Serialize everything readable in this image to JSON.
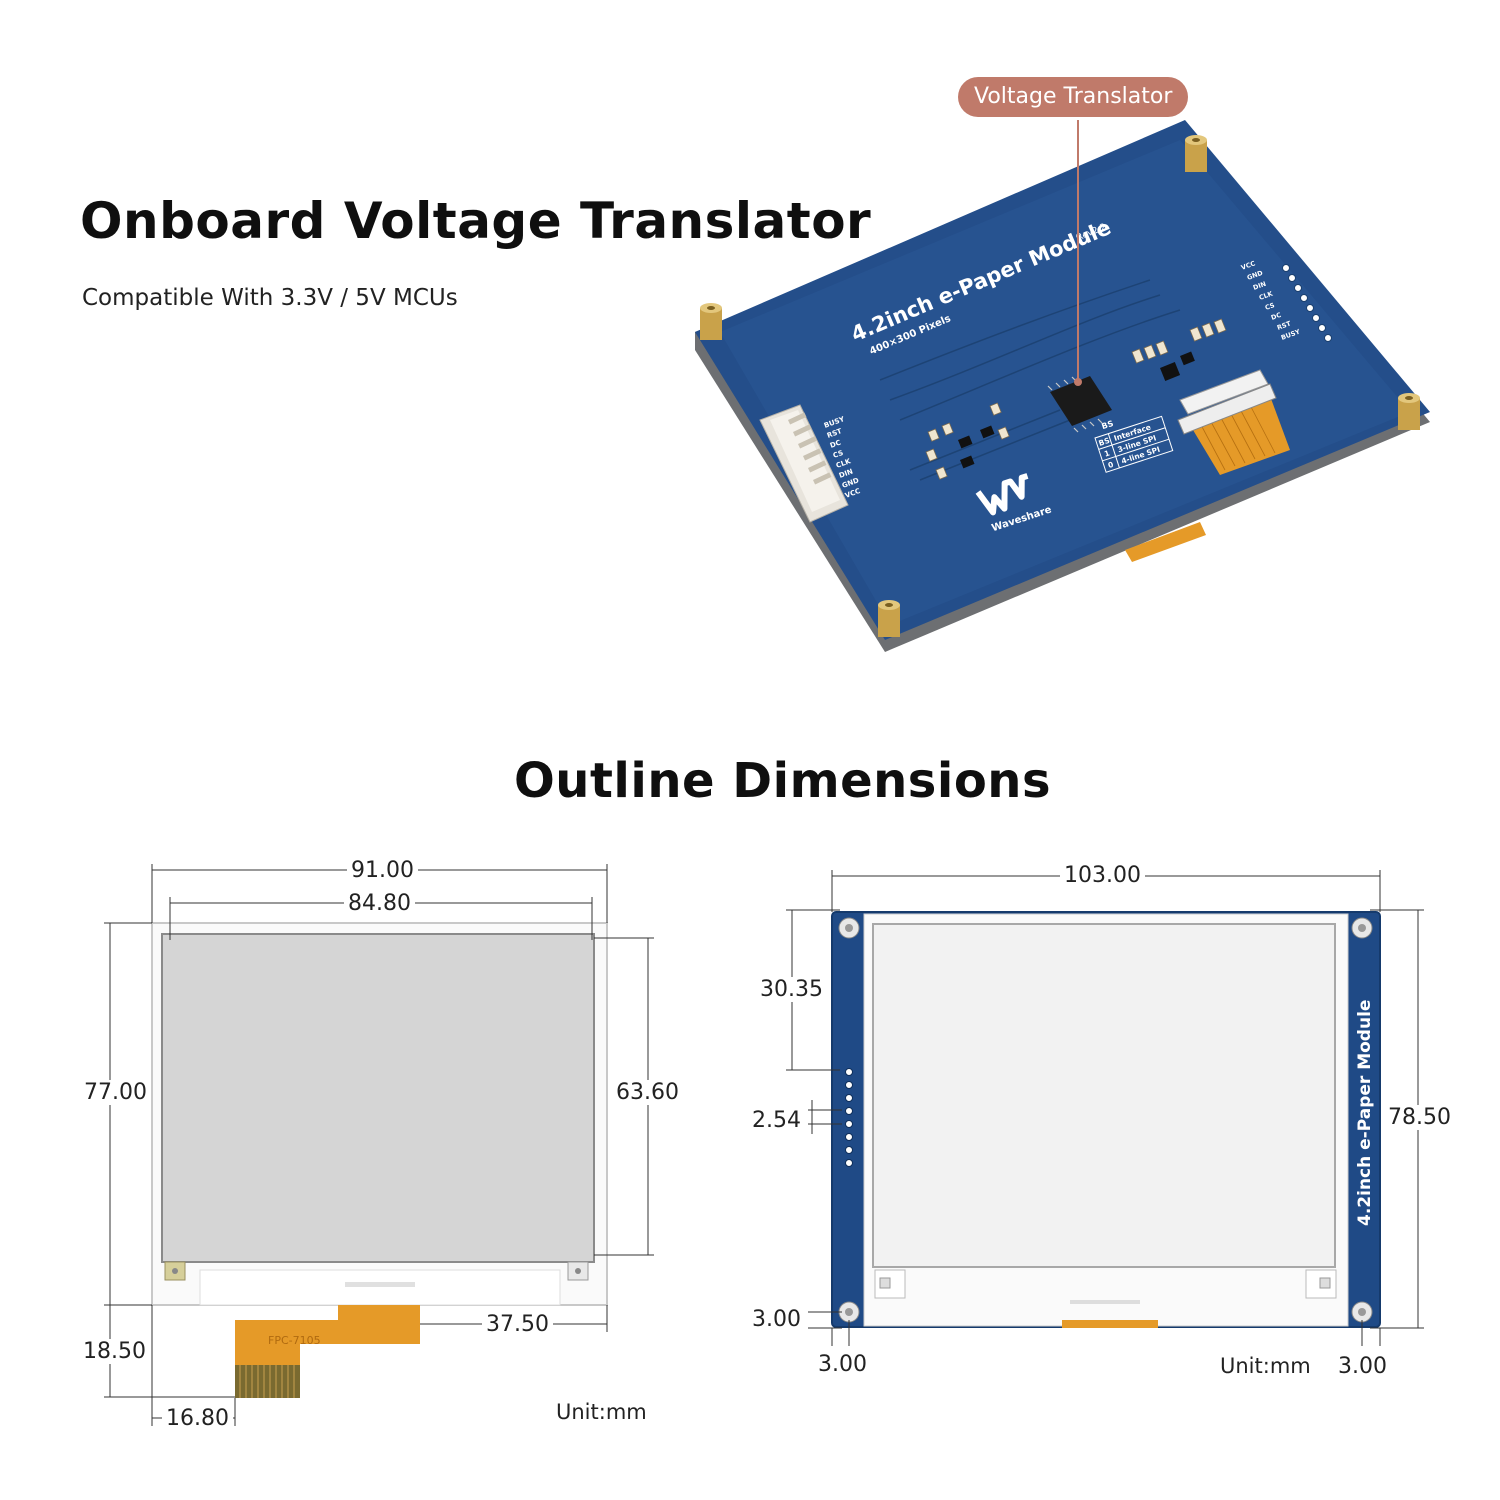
{
  "header": {
    "title": "Onboard Voltage Translator",
    "subtitle": "Compatible With 3.3V / 5V MCUs",
    "callout": "Voltage Translator"
  },
  "board": {
    "name": "4.2inch  e-Paper Module",
    "pixels": "400×300 Pixels",
    "rev": "Rev2.2",
    "brand": "Waveshare",
    "pins_left": [
      "BUSY",
      "RST",
      "DC",
      "CS",
      "CLK",
      "DIN",
      "GND",
      "VCC"
    ],
    "pins_right": [
      "VCC",
      "GND",
      "DIN",
      "CLK",
      "CS",
      "DC",
      "RST",
      "BUSY"
    ],
    "bs_label": "BS",
    "bs_table_header": [
      "BS",
      "Interface"
    ],
    "bs_table_rows": [
      [
        "1",
        "3-line SPI"
      ],
      [
        "0",
        "4-line SPI"
      ]
    ]
  },
  "outline": {
    "title": "Outline Dimensions",
    "left": {
      "width_outer": "91.00",
      "width_active": "84.80",
      "height_outer": "77.00",
      "height_active": "63.60",
      "fpc_length": "18.50",
      "fpc_offset_right": "37.50",
      "fpc_offset_left": "16.80",
      "fpc_label": "FPC-7105",
      "unit": "Unit:mm"
    },
    "right": {
      "width": "103.00",
      "height": "78.50",
      "pin_offset": "30.35",
      "pin_pitch": "2.54",
      "hole_offset_v": "3.00",
      "hole_offset_h_left": "3.00",
      "hole_offset_h_right": "3.00",
      "side_label": "4.2inch  e-Paper  Module",
      "unit": "Unit:mm"
    }
  },
  "colors": {
    "pcb_blue": "#1f4a86",
    "callout": "#c07a6a",
    "fpc_orange": "#e59a28",
    "brass": "#c9a24a"
  }
}
